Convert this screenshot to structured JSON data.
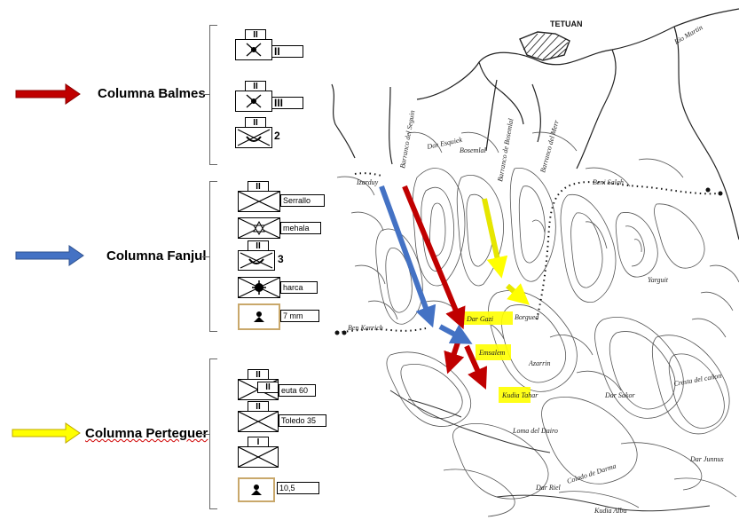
{
  "legend": {
    "columns": [
      {
        "name": "Columna Balmes",
        "color": "#c00000"
      },
      {
        "name": "Columna Fanjul",
        "color": "#4472c4"
      },
      {
        "name": "Columna Perteguer",
        "color": "#ffff00"
      }
    ]
  },
  "units": {
    "balmes": [
      {
        "echelon": "II",
        "tag": "II"
      },
      {
        "echelon": "II",
        "tag": "III"
      },
      {
        "echelon": "II",
        "tag": "2"
      }
    ],
    "fanjul": [
      {
        "echelon": "II",
        "tag": "Serrallo"
      },
      {
        "echelon": "",
        "tag": "mehala"
      },
      {
        "echelon": "II",
        "tag": "3"
      },
      {
        "echelon": "",
        "tag": "harca"
      },
      {
        "echelon": "",
        "tag": "7 mm"
      }
    ],
    "perteguer": [
      {
        "echelon": "II",
        "tag": "euta 60",
        "inner": "II"
      },
      {
        "echelon": "II",
        "tag": "Toledo 35"
      },
      {
        "echelon": "I",
        "tag": ""
      },
      {
        "echelon": "",
        "tag": "10,5"
      }
    ]
  },
  "map_labels": {
    "tetuan": "TETUAN",
    "rio_martin": "Rio Martin",
    "dar_esquiek": "Dar Esquiek",
    "bosemlal": "Bosemlal",
    "barranco_bosemlal": "Barranco de Bosemlal",
    "barranco_seguin": "Barranco del Seguin",
    "barranco_merr": "Barranco del Merr",
    "izarduy": "Izarduy",
    "beni_salah": "Beni Salah",
    "dar_gazi": "Dar Gazi",
    "borgued": "Borgued",
    "ben_karrich": "Ben Karrich",
    "emsalem": "Emsalem",
    "kudia_tahar": "Kudia Tahar",
    "yarguit": "Yarguit",
    "dar_sakor": "Dar Sakor",
    "dar_junnus": "Dar Junnus",
    "loma_del_dairo": "Loma del Dairo",
    "dar_riel": "Dar Riel",
    "kudia_alba": "Kudia Alba",
    "colado_darma": "Colado de Darma",
    "cresta_cañon": "Cresta del cañon",
    "azarrin": "Azarrin"
  }
}
